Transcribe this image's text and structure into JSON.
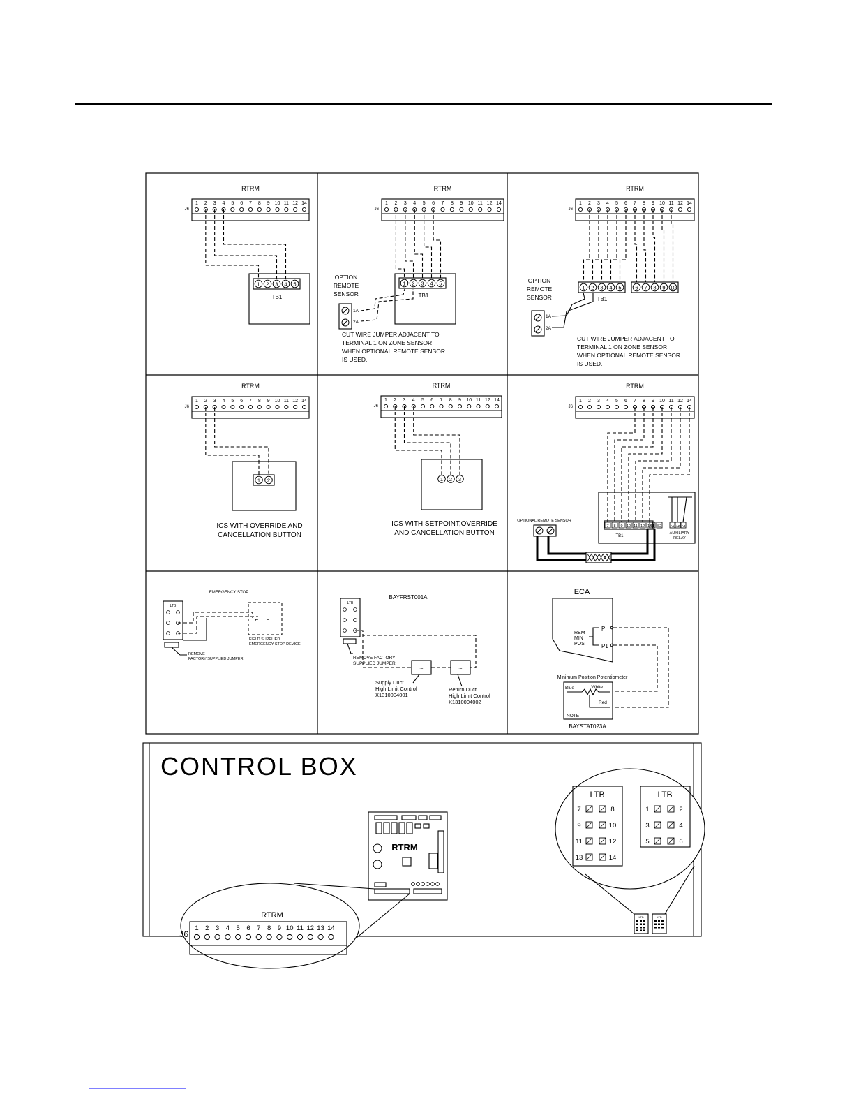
{
  "rtrm": {
    "title": "RTRM",
    "connector": "J6",
    "terminals": [
      "1",
      "2",
      "3",
      "4",
      "5",
      "6",
      "7",
      "8",
      "9",
      "10",
      "11",
      "12",
      "14"
    ],
    "terminals_full": [
      "1",
      "2",
      "3",
      "4",
      "5",
      "6",
      "7",
      "8",
      "9",
      "10",
      "11",
      "12",
      "13",
      "14"
    ]
  },
  "tb": {
    "label": "TB1",
    "five": [
      "1",
      "2",
      "3",
      "4",
      "5"
    ],
    "six_to_ten": [
      "6",
      "7",
      "8",
      "9",
      "10"
    ],
    "two": [
      "1",
      "2"
    ],
    "three": [
      "1",
      "2",
      "3"
    ],
    "panel6": [
      "7",
      "8",
      "9",
      "10",
      "11",
      "12",
      "14"
    ],
    "panel6_extra": [
      "S1",
      "S2"
    ],
    "aux": [
      "A1",
      "A2",
      "A3"
    ]
  },
  "remote_sensor": {
    "title_lines": [
      "OPTION",
      "REMOTE",
      "SENSOR"
    ],
    "t1": "1A",
    "t2": "2A",
    "note_lines": [
      "CUT WIRE JUMPER ADJACENT TO",
      "TERMINAL 1 ON ZONE SENSOR",
      "WHEN OPTIONAL REMOTE SENSOR",
      "IS USED."
    ]
  },
  "panel4": {
    "caption_lines": [
      "ICS WITH OVERRIDE AND",
      "CANCELLATION BUTTON"
    ]
  },
  "panel5": {
    "caption_lines": [
      "ICS WITH SETPOINT,OVERRIDE",
      "AND CANCELLATION BUTTON"
    ]
  },
  "panel6": {
    "sensor_label": "OPTIONAL REMOTE SENSOR",
    "aux_lines": [
      "AUXILIARY",
      "RELAY"
    ]
  },
  "panel7": {
    "title": "EMERGENCY STOP",
    "ltb": "LTB",
    "device_lines": [
      "FIELD SUPPLIED",
      "EMERGENCY STOP DEVICE"
    ],
    "jumper_lines": [
      "REMOVE",
      "FACTORY SUPPLIED JUMPER"
    ]
  },
  "panel8": {
    "title": "BAYFRST001A",
    "jumper_lines": [
      "REMOVE FACTORY",
      "SUPPLIED JUMPER"
    ],
    "supply_lines": [
      "Supply Duct",
      "High Limit Control",
      "X1310004001"
    ],
    "return_lines": [
      "Return Duct",
      "High Limit Control",
      "X1310004002"
    ]
  },
  "panel9": {
    "title": "ECA",
    "rem_lines": [
      "REM",
      "MIN",
      "POS"
    ],
    "p": "P",
    "p1": "P1",
    "pot_label": "Minimum Position Potentiometer",
    "blue": "Blue",
    "white": "White",
    "red": "Red",
    "note": "NOTE",
    "model": "BAYSTAT023A"
  },
  "control_box": {
    "title": "CONTROL BOX",
    "board_label": "RTRM",
    "ltb_title": "LTB",
    "ltb_left_rows": [
      [
        "7",
        "8"
      ],
      [
        "9",
        "10"
      ],
      [
        "11",
        "12"
      ],
      [
        "13",
        "14"
      ]
    ],
    "ltb_right_rows": [
      [
        "1",
        "2"
      ],
      [
        "3",
        "4"
      ],
      [
        "5",
        "6"
      ]
    ],
    "mini_label": "LTB"
  }
}
